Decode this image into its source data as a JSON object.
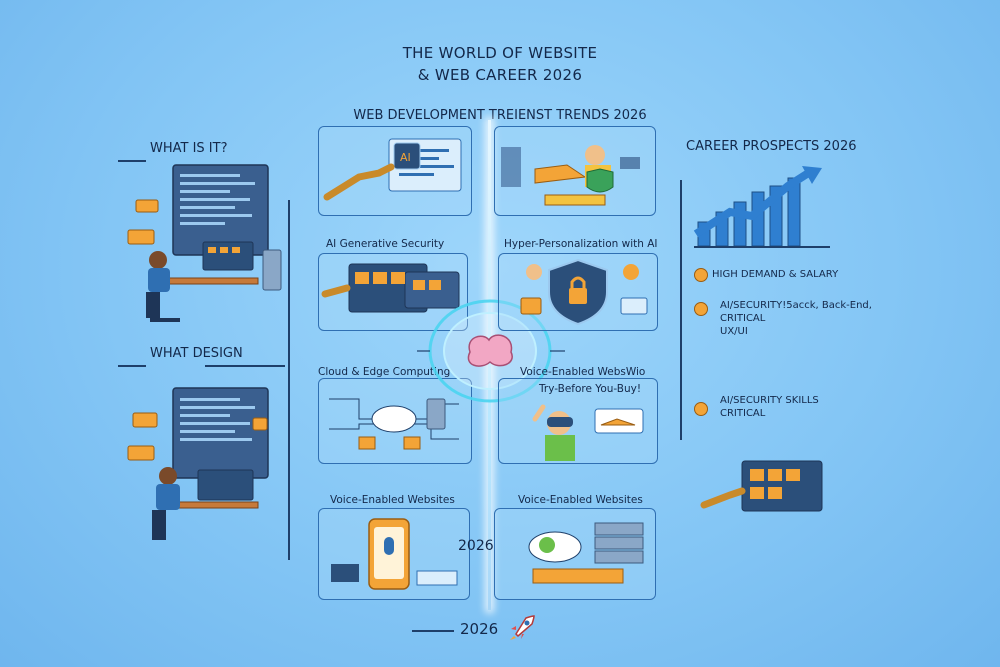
{
  "header": {
    "title_line1": "THE WORLD OF WEBSITE",
    "title_line2": "& WEB CAREER 2026",
    "subtitle": "WEB DEVELOPMENT TREIENST TRENDS 2026"
  },
  "left": {
    "what_is_it": "WHAT IS IT?",
    "what_design": "WHAT DESIGN"
  },
  "cards": {
    "ai_generative_security": "AI Generative Security",
    "hyper_personalization": "Hyper-Personalization with AI",
    "cloud_edge": "Cloud & Edge Computing",
    "voice_enabled_wio": "Voice-Enabled WebsWio",
    "try_before": "Try-Before You-Buy!",
    "voice_enabled_1": "Voice-Enabled Websites",
    "voice_enabled_2": "Voice-Enabled Websites",
    "year_center": "2026"
  },
  "career": {
    "heading": "CAREER PROSPECTS 2026",
    "items": [
      "HIGH DEMAND & SALARY",
      "AI/SECURITY!5acck, Back-End,",
      "CRITICAL",
      "UX/UI",
      "AI/SECURITY SKILLS",
      "CRITICAL"
    ]
  },
  "footer": {
    "year": "2026"
  },
  "colors": {
    "background": "#84c6f5",
    "card_border": "#2f6fb2",
    "accent_orange": "#f3a437",
    "chart_blue": "#2f7fd0"
  },
  "icons": [
    "ai-chip-icon",
    "robot-hand-icon",
    "shield-lock-icon",
    "brain-icon",
    "cloud-icon",
    "server-icon",
    "phone-mic-icon",
    "rocket-icon",
    "growth-chart-icon",
    "coin-icon",
    "vr-headset-icon",
    "sneaker-icon"
  ]
}
